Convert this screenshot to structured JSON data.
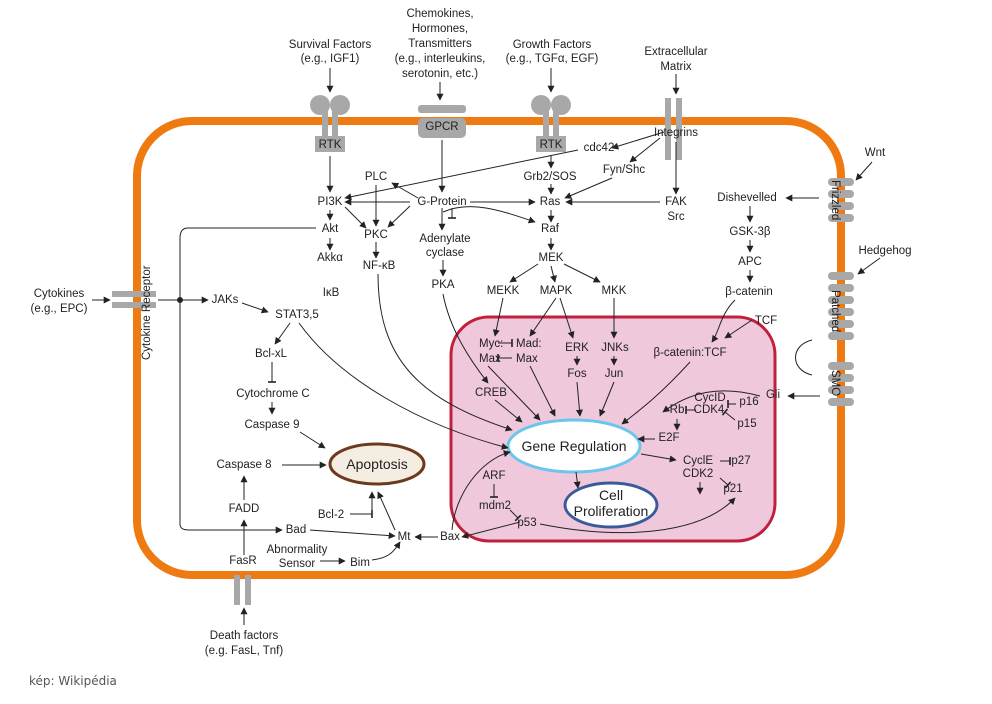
{
  "labels": {
    "survival_factors": "Survival Factors",
    "survival_eg": "(e.g., IGF1)",
    "chemokines": "Chemokines,",
    "hormones": "Hormones,",
    "transmitters": "Transmitters",
    "interleukins": "(e.g., interleukins,",
    "serotonin": "serotonin, etc.)",
    "growth_factors": "Growth Factors",
    "growth_eg": "(e.g., TGFα, EGF)",
    "extracellular": "Extracellular",
    "matrix": "Matrix",
    "wnt": "Wnt",
    "hedgehog": "Hedgehog",
    "cytokines": "Cytokines",
    "cytokines_eg": "(e.g., EPC)",
    "death_factors": "Death factors",
    "death_eg": "(e.g. FasL, Tnf)",
    "rtk1": "RTK",
    "gpcr": "GPCR",
    "rtk2": "RTK",
    "integrins": "Integrins",
    "frizzled": "Frizzled",
    "patched": "Patched",
    "smo": "SMO",
    "cytokine_receptor": "Cytokine Receptor",
    "fasr": "FasR",
    "pi3k": "PI3K",
    "akt": "Akt",
    "akka": "Akkα",
    "plc": "PLC",
    "pkc": "PKC",
    "nfkb": "NF-κB",
    "ikb": "IκB",
    "g_protein": "G-Protein",
    "adenylate": "Adenylate",
    "cyclase": "cyclase",
    "pka": "PKA",
    "cdc42": "cdc42",
    "grb2": "Grb2/SOS",
    "fynshc": "Fyn/Shc",
    "ras": "Ras",
    "fak": "FAK",
    "src": "Src",
    "raf": "Raf",
    "mek": "MEK",
    "mekk": "MEKK",
    "mapk": "MAPK",
    "mkk": "MKK",
    "dishevelled": "Dishevelled",
    "gsk3b": "GSK-3β",
    "apc": "APC",
    "bcatenin": "β-catenin",
    "tcf": "TCF",
    "bcatenin_tcf": "β-catenin:TCF",
    "gli": "Gli",
    "jaks": "JAKs",
    "stat": "STAT3,5",
    "bclxl": "Bcl-xL",
    "cytochrome": "Cytochrome C",
    "caspase9": "Caspase 9",
    "caspase8": "Caspase 8",
    "apoptosis": "Apoptosis",
    "fadd": "FADD",
    "bad": "Bad",
    "bcl2": "Bcl-2",
    "mt": "Mt",
    "bax": "Bax",
    "bim": "Bim",
    "abnormality": "Abnormality",
    "sensor": "Sensor",
    "myc_mad": "Myc:",
    "mad": "Mad:",
    "max1": "Max",
    "max2": "Max",
    "erk": "ERK",
    "fos": "Fos",
    "jnks": "JNKs",
    "jun": "Jun",
    "creb": "CREB",
    "gene_regulation": "Gene Regulation",
    "cell": "Cell",
    "proliferation": "Proliferation",
    "arf": "ARF",
    "mdm2": "mdm2",
    "p53": "p53",
    "rb": "Rb",
    "cycld": "CycID",
    "cdk4": "CDK4",
    "p16": "p16",
    "p15": "p15",
    "e2f": "E2F",
    "cycle": "CyclE",
    "cdk2": "CDK2",
    "p27": "p27",
    "p21": "p21"
  },
  "credit": "kép: Wikipédia",
  "colors": {
    "membrane": "#f07a12",
    "nucleus_fill": "#f0c8dc",
    "nucleus_border": "#c0203c",
    "receptor": "#a8a8a8",
    "gene_reg_border": "#6ac6ea",
    "apoptosis_border": "#6b3a1f",
    "prolif_border": "#3a5a9a"
  }
}
